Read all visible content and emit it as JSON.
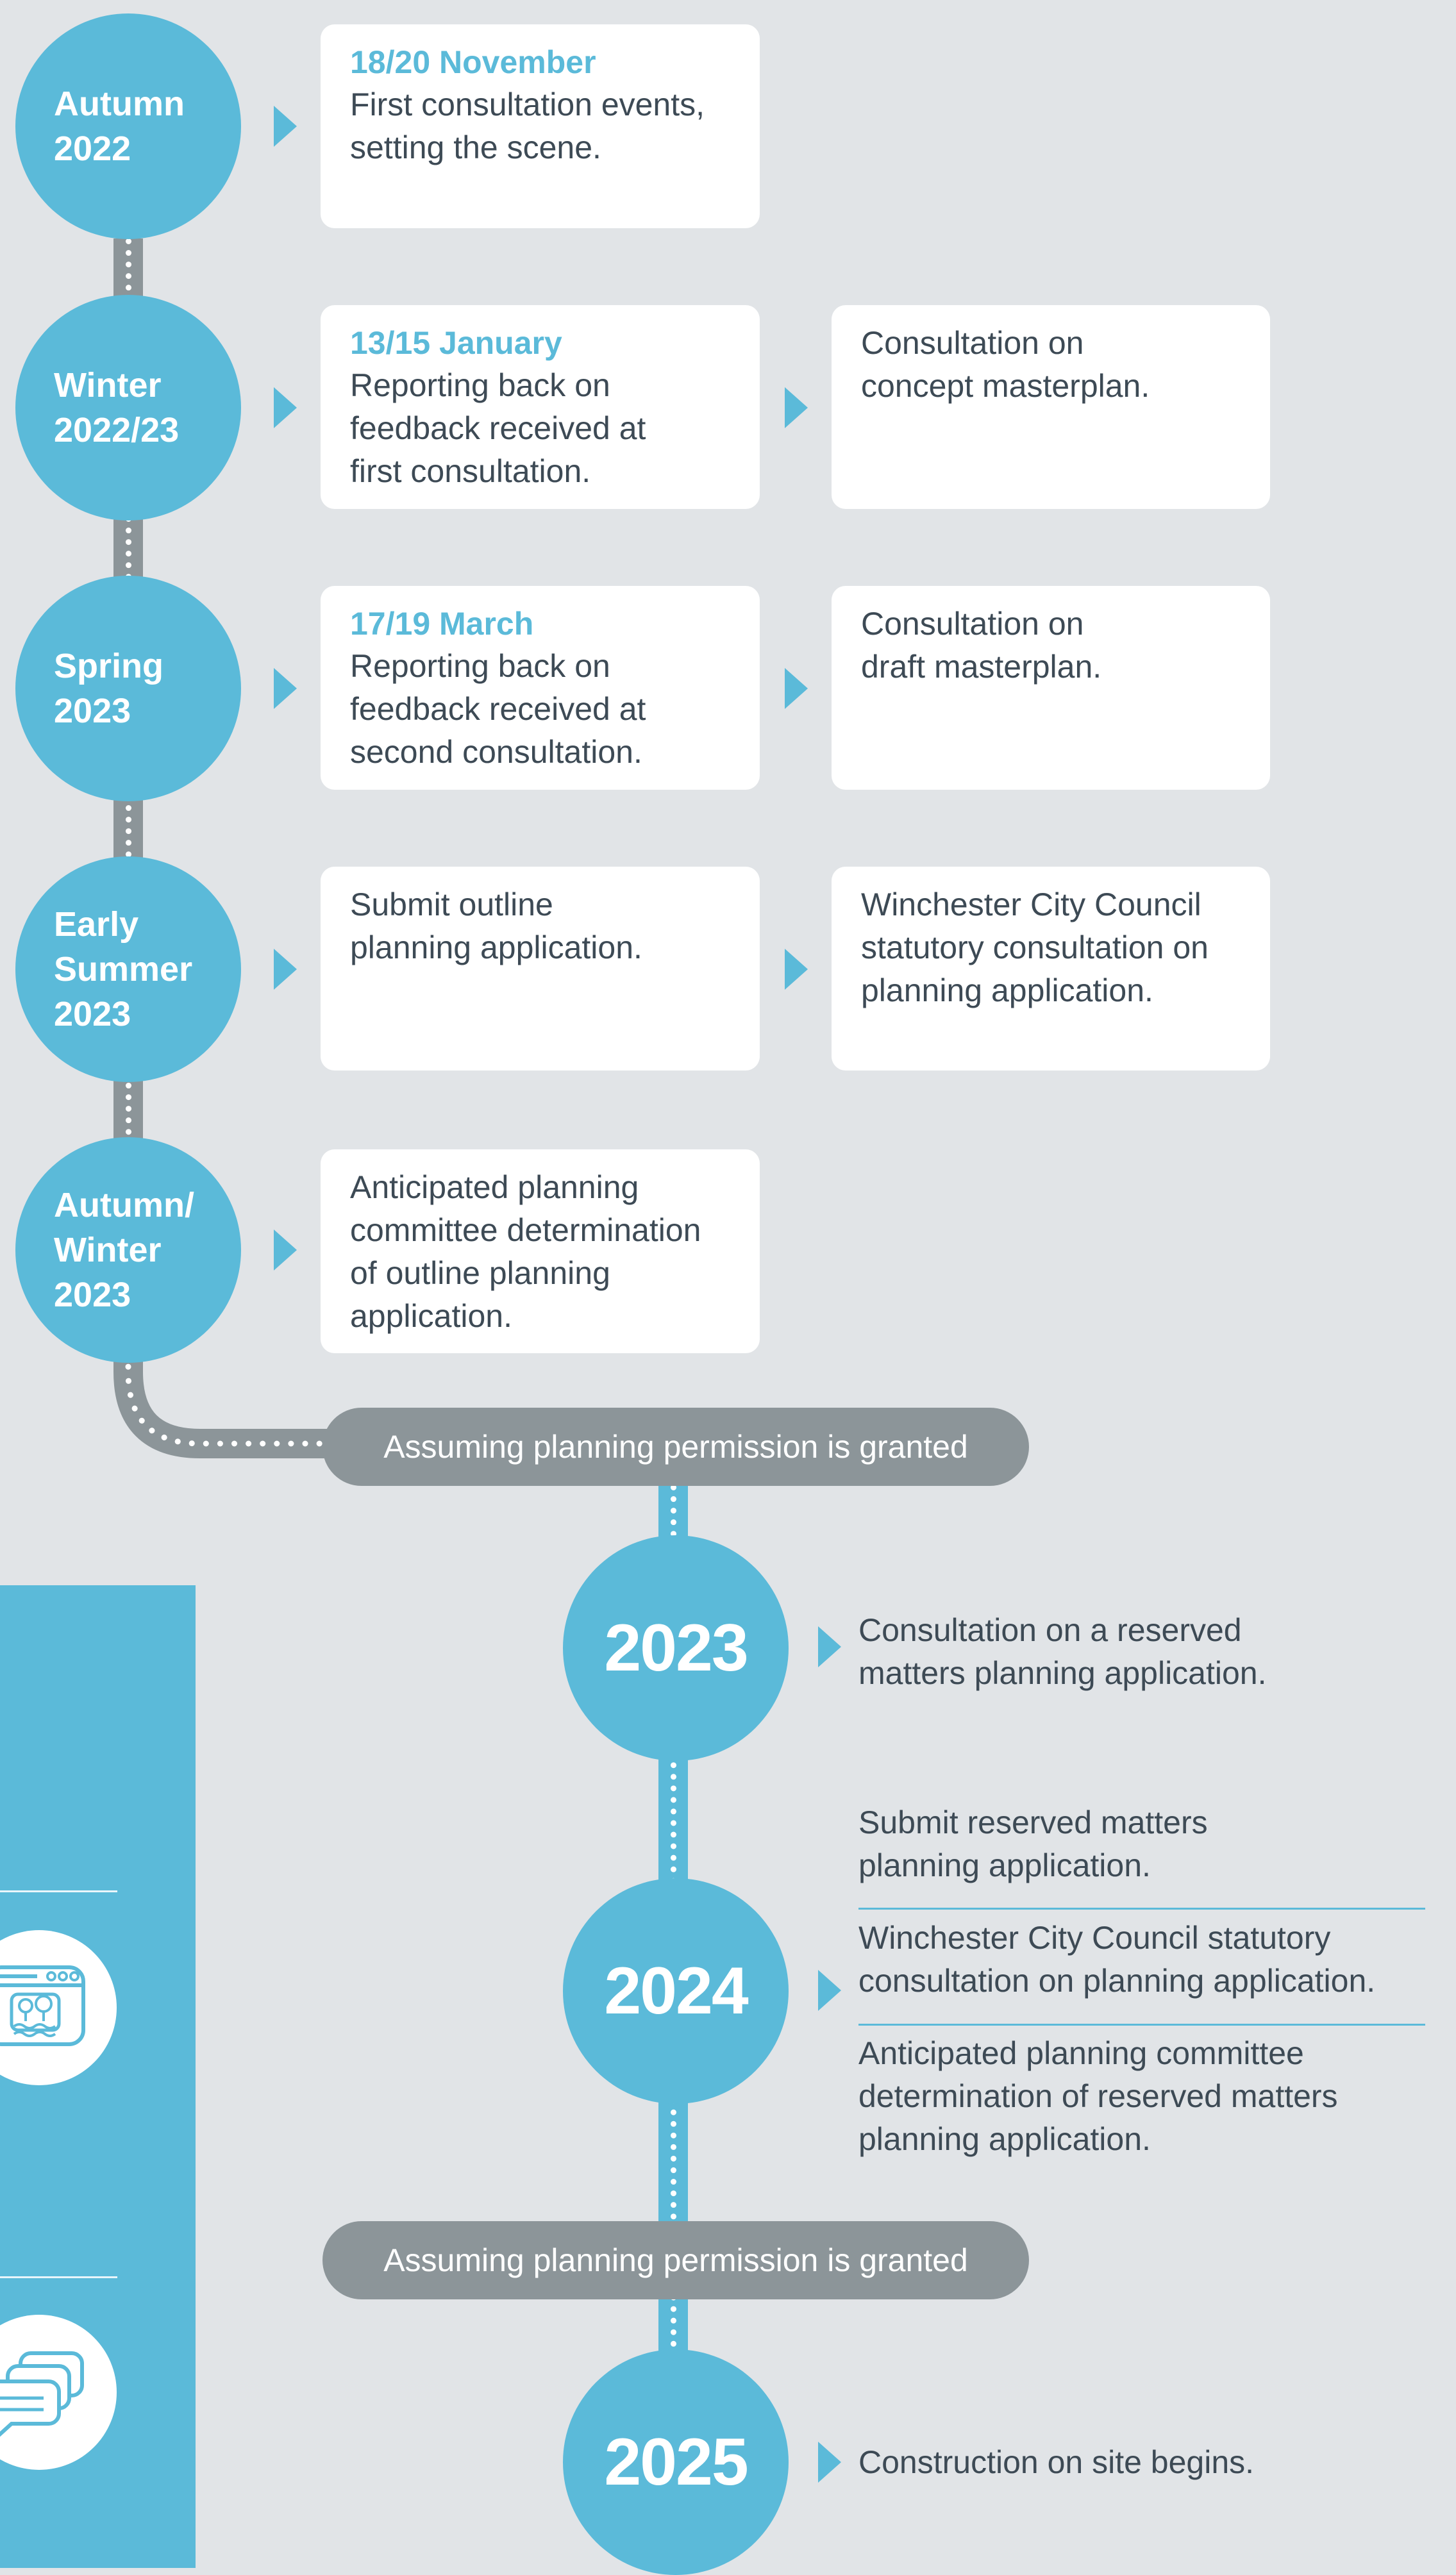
{
  "colors": {
    "accent": "#5bbad9",
    "grey": "#8c9599",
    "background": "#e1e4e7",
    "text": "#3d4a55"
  },
  "phase1": [
    {
      "label": "Autumn\n2022",
      "cards": [
        {
          "date": "18/20 November",
          "text": "First consultation events,\nsetting the scene."
        }
      ]
    },
    {
      "label": "Winter\n2022/23",
      "cards": [
        {
          "date": "13/15 January",
          "text": "Reporting back on\nfeedback received at\nfirst consultation."
        },
        {
          "date": "",
          "text": "Consultation on\nconcept masterplan."
        }
      ]
    },
    {
      "label": "Spring\n2023",
      "cards": [
        {
          "date": "17/19 March",
          "text": "Reporting back on\nfeedback received at\nsecond consultation."
        },
        {
          "date": "",
          "text": "Consultation on\ndraft masterplan."
        }
      ]
    },
    {
      "label": "Early\nSummer\n2023",
      "cards": [
        {
          "date": "",
          "text": "Submit outline\nplanning application."
        },
        {
          "date": "",
          "text": "Winchester City Council\nstatutory consultation on\nplanning application."
        }
      ]
    },
    {
      "label": "Autumn/\nWinter\n2023",
      "cards": [
        {
          "date": "",
          "text": "Anticipated planning\ncommittee determination\nof outline planning\napplication."
        }
      ]
    }
  ],
  "condition_1": "Assuming planning permission is granted",
  "phase2": [
    {
      "year": "2023",
      "items": [
        "Consultation on a reserved\nmatters planning application."
      ]
    },
    {
      "year": "2024",
      "items": [
        "Submit reserved matters\nplanning application.",
        "Winchester City Council statutory\nconsultation on planning application.",
        "Anticipated planning committee\ndetermination of reserved matters\nplanning application."
      ]
    }
  ],
  "condition_2": "Assuming planning permission is granted",
  "phase3": {
    "year": "2025",
    "items": [
      "Construction on site begins."
    ]
  },
  "sidebar": {
    "icons": [
      "website-park-icon",
      "chat-bubbles-icon"
    ]
  }
}
